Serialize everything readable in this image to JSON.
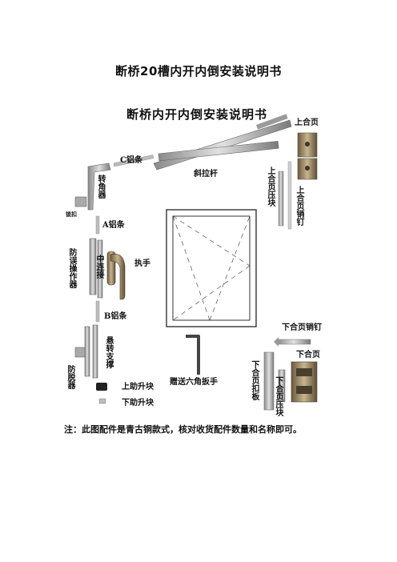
{
  "document": {
    "title": "断桥20槽内开内倒安装说明书"
  },
  "figure": {
    "title": "断桥内开内倒安装说明书",
    "labels": {
      "upper_hinge": "上合页",
      "c_bar": "C铝条",
      "diagonal_rod": "斜拉杆",
      "upper_hinge_press_block": "上合页压块",
      "upper_hinge_pin": "上合页销钉",
      "corner_device": "转角器",
      "lock_catch": "锁扣",
      "a_bar": "A铝条",
      "anti_misoperation": "防误操作器",
      "middle_connector": "中连接",
      "handle": "执手",
      "b_bar": "B铝条",
      "lower_hinge_pin": "下合页销钉",
      "swing_support": "悬转支撑",
      "lower_hinge": "下合页",
      "anti_off": "防脱器",
      "upper_lift_block": "上助升块",
      "lower_lift_block": "下助升块",
      "hex_wrench": "赠送六角扳手",
      "lower_hinge_plate": "下合页扣板",
      "lower_hinge_press_block": "下合页压块"
    }
  },
  "note": "注：此图配件是青古铜款式，核对收货配件数量和名称即可。"
}
